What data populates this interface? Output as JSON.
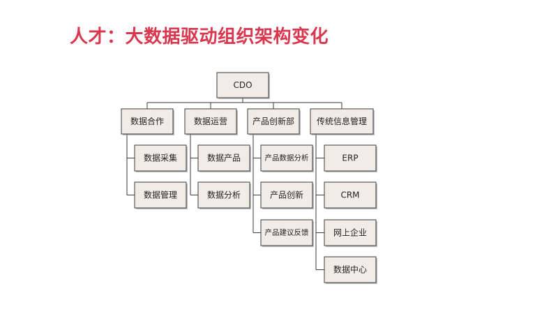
{
  "title": "人才：大数据驱动组织架构变化",
  "org": {
    "root": "CDO",
    "departments": [
      {
        "label": "数据合作",
        "children": [
          "数据采集",
          "数据管理"
        ]
      },
      {
        "label": "数据运营",
        "children": [
          "数据产品",
          "数据分析"
        ]
      },
      {
        "label": "产品创新部",
        "children": [
          "产品数据分析",
          "产品创新",
          "产品建议反馈"
        ]
      },
      {
        "label": "传统信息管理",
        "children": [
          "ERP",
          "CRM",
          "网上企业",
          "数据中心"
        ]
      }
    ]
  }
}
